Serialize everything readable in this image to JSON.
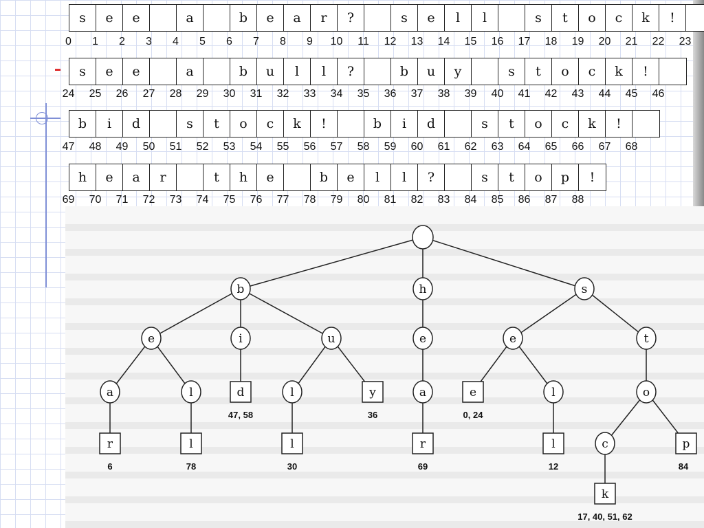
{
  "strips": [
    {
      "chars": [
        "s",
        "e",
        "e",
        "",
        "a",
        "",
        "b",
        "e",
        "a",
        "r",
        "?",
        "",
        "s",
        "e",
        "l",
        "l",
        "",
        "s",
        "t",
        "o",
        "c",
        "k",
        "!",
        ""
      ],
      "indices": [
        "0",
        "1",
        "2",
        "3",
        "4",
        "5",
        "6",
        "7",
        "8",
        "9",
        "10",
        "11",
        "12",
        "13",
        "14",
        "15",
        "16",
        "17",
        "18",
        "19",
        "20",
        "21",
        "22",
        "23"
      ]
    },
    {
      "chars": [
        "s",
        "e",
        "e",
        "",
        "a",
        "",
        "b",
        "u",
        "l",
        "l",
        "?",
        "",
        "b",
        "u",
        "y",
        "",
        "s",
        "t",
        "o",
        "c",
        "k",
        "!",
        ""
      ],
      "indices": [
        "24",
        "25",
        "26",
        "27",
        "28",
        "29",
        "30",
        "31",
        "32",
        "33",
        "34",
        "35",
        "36",
        "37",
        "38",
        "39",
        "40",
        "41",
        "42",
        "43",
        "44",
        "45",
        "46"
      ]
    },
    {
      "chars": [
        "b",
        "i",
        "d",
        "",
        "s",
        "t",
        "o",
        "c",
        "k",
        "!",
        "",
        "b",
        "i",
        "d",
        "",
        "s",
        "t",
        "o",
        "c",
        "k",
        "!",
        ""
      ],
      "indices": [
        "47",
        "48",
        "49",
        "50",
        "51",
        "52",
        "53",
        "54",
        "55",
        "56",
        "57",
        "58",
        "59",
        "60",
        "61",
        "62",
        "63",
        "64",
        "65",
        "66",
        "67",
        "68"
      ]
    },
    {
      "chars": [
        "h",
        "e",
        "a",
        "r",
        "",
        "t",
        "h",
        "e",
        "",
        "b",
        "e",
        "l",
        "l",
        "?",
        "",
        "s",
        "t",
        "o",
        "p",
        "!"
      ],
      "indices": [
        "69",
        "70",
        "71",
        "72",
        "73",
        "74",
        "75",
        "76",
        "77",
        "78",
        "79",
        "80",
        "81",
        "82",
        "83",
        "84",
        "85",
        "86",
        "87",
        "88"
      ]
    }
  ],
  "trie": {
    "nodes": [
      {
        "id": "root",
        "label": "",
        "shape": "circle"
      },
      {
        "id": "b",
        "label": "b",
        "shape": "circle"
      },
      {
        "id": "h",
        "label": "h",
        "shape": "circle"
      },
      {
        "id": "s",
        "label": "s",
        "shape": "circle"
      },
      {
        "id": "be",
        "label": "e",
        "shape": "circle"
      },
      {
        "id": "bi",
        "label": "i",
        "shape": "circle"
      },
      {
        "id": "bu",
        "label": "u",
        "shape": "circle"
      },
      {
        "id": "he",
        "label": "e",
        "shape": "circle"
      },
      {
        "id": "se",
        "label": "e",
        "shape": "circle"
      },
      {
        "id": "st",
        "label": "t",
        "shape": "circle"
      },
      {
        "id": "bea",
        "label": "a",
        "shape": "circle"
      },
      {
        "id": "bel",
        "label": "l",
        "shape": "circle"
      },
      {
        "id": "bid",
        "label": "d",
        "shape": "box",
        "occurrences": "47, 58"
      },
      {
        "id": "bul",
        "label": "l",
        "shape": "circle"
      },
      {
        "id": "buy",
        "label": "y",
        "shape": "box",
        "occurrences": "36"
      },
      {
        "id": "hea",
        "label": "a",
        "shape": "circle"
      },
      {
        "id": "see",
        "label": "e",
        "shape": "box",
        "occurrences": "0, 24"
      },
      {
        "id": "sel",
        "label": "l",
        "shape": "circle"
      },
      {
        "id": "sto",
        "label": "o",
        "shape": "circle"
      },
      {
        "id": "bear",
        "label": "r",
        "shape": "box",
        "occurrences": "6"
      },
      {
        "id": "bell",
        "label": "l",
        "shape": "box",
        "occurrences": "78"
      },
      {
        "id": "bull",
        "label": "l",
        "shape": "box",
        "occurrences": "30"
      },
      {
        "id": "hear",
        "label": "r",
        "shape": "box",
        "occurrences": "69"
      },
      {
        "id": "sell",
        "label": "l",
        "shape": "box",
        "occurrences": "12"
      },
      {
        "id": "stoc",
        "label": "c",
        "shape": "circle"
      },
      {
        "id": "stop",
        "label": "p",
        "shape": "box",
        "occurrences": "84"
      },
      {
        "id": "stock",
        "label": "k",
        "shape": "box",
        "occurrences": "17, 40, 51, 62"
      }
    ],
    "edges": [
      [
        "root",
        "b"
      ],
      [
        "root",
        "h"
      ],
      [
        "root",
        "s"
      ],
      [
        "b",
        "be"
      ],
      [
        "b",
        "bi"
      ],
      [
        "b",
        "bu"
      ],
      [
        "h",
        "he"
      ],
      [
        "s",
        "se"
      ],
      [
        "s",
        "st"
      ],
      [
        "be",
        "bea"
      ],
      [
        "be",
        "bel"
      ],
      [
        "bi",
        "bid"
      ],
      [
        "bu",
        "bul"
      ],
      [
        "bu",
        "buy"
      ],
      [
        "he",
        "hea"
      ],
      [
        "se",
        "see"
      ],
      [
        "se",
        "sel"
      ],
      [
        "st",
        "sto"
      ],
      [
        "bea",
        "bear"
      ],
      [
        "bel",
        "bell"
      ],
      [
        "bul",
        "bull"
      ],
      [
        "hea",
        "hear"
      ],
      [
        "sel",
        "sell"
      ],
      [
        "sto",
        "stoc"
      ],
      [
        "sto",
        "stop"
      ],
      [
        "stoc",
        "stock"
      ]
    ]
  }
}
